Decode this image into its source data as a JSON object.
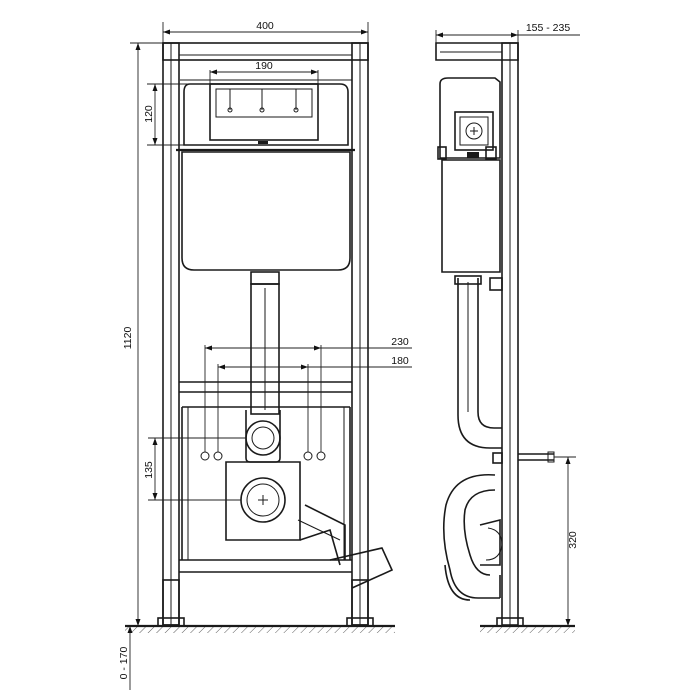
{
  "dimensions": {
    "frame_width": "400",
    "plate_width": "190",
    "plate_height": "120",
    "frame_height": "1120",
    "outer_bolt_spacing": "230",
    "inner_bolt_spacing": "180",
    "outlet_spacing": "135",
    "leg_adjust": "0 - 170",
    "depth": "155 - 235",
    "bolt_height": "320"
  },
  "colors": {
    "line": "#1a1a1a",
    "background": "#ffffff",
    "stipple": "#333333"
  }
}
